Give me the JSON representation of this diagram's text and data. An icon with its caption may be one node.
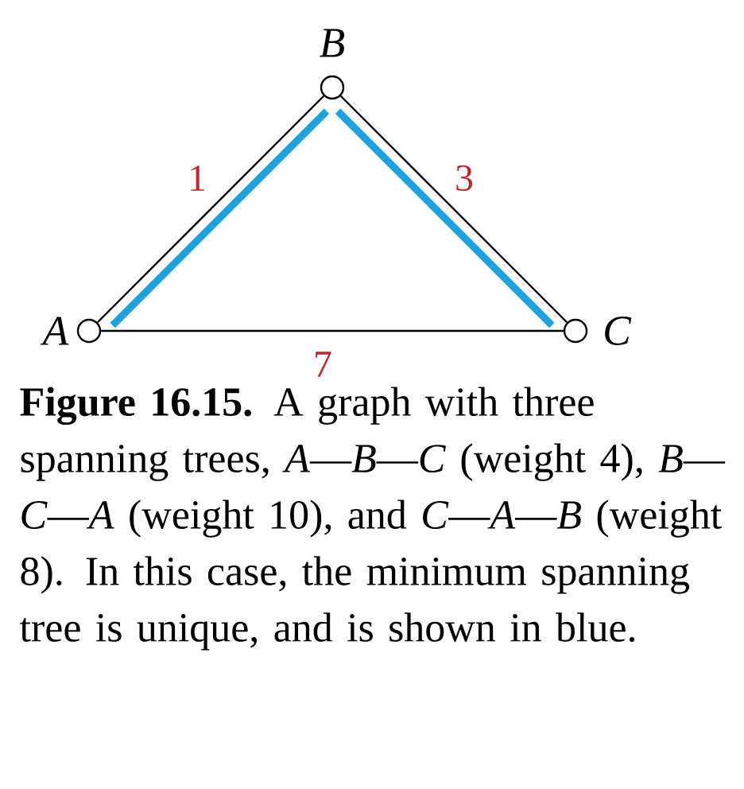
{
  "diagram": {
    "caption": "**Figure 16.15.** A graph with three spanning trees, *A*—*B*—*C* (weight 4), *B*—*C*—*A* (weight 10), and *C*—*A*—*B* (weight 8). In this case, the minimum spanning tree is unique, and is shown in blue.",
    "nodes": [
      {
        "text": [],
        "shape": "circle",
        "beside": [
          "A"
        ]
      },
      {
        "text": [],
        "shape": "circle",
        "beside": [
          "B"
        ]
      },
      {
        "text": [],
        "shape": "circle",
        "beside": [
          "C"
        ]
      }
    ],
    "edges": [
      {
        "from": 0,
        "to": 1,
        "arrow": "none",
        "label": "1"
      },
      {
        "from": 1,
        "to": 2,
        "arrow": "none",
        "label": "3"
      },
      {
        "from": 0,
        "to": 2,
        "arrow": "none",
        "label": "7"
      },
      {
        "from": 0,
        "to": 1,
        "arrow": "none",
        "style": "thick",
        "color": "#1ea2dc"
      },
      {
        "from": 1,
        "to": 2,
        "arrow": "none",
        "style": "thick",
        "color": "#1ea2dc"
      }
    ]
  }
}
